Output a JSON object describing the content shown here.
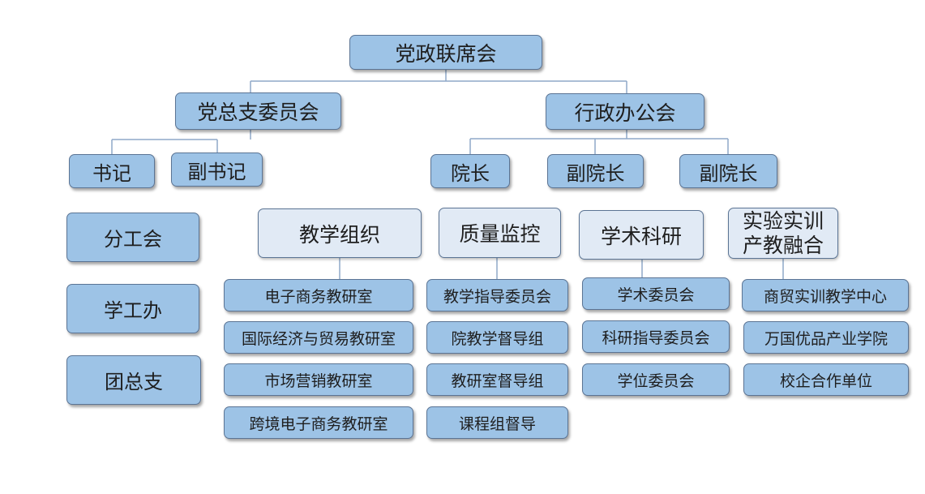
{
  "top": {
    "label": "党政联席会"
  },
  "party": {
    "label": "党总支委员会",
    "secretary": "书记",
    "deputy_secretary": "副书记"
  },
  "admin": {
    "label": "行政办公会",
    "dean": "院长",
    "vice_dean_1": "副院长",
    "vice_dean_2": "副院长"
  },
  "left_units": [
    "分工会",
    "学工办",
    "团总支"
  ],
  "departments": [
    {
      "label": "教学组织",
      "items": [
        "电子商务教研室",
        "国际经济与贸易教研室",
        "市场营销教研室",
        "跨境电子商务教研室"
      ]
    },
    {
      "label": "质量监控",
      "items": [
        "教学指导委员会",
        "院教学督导组",
        "教研室督导组",
        "课程组督导"
      ]
    },
    {
      "label": "学术科研",
      "items": [
        "学术委员会",
        "科研指导委员会",
        "学位委员会"
      ]
    },
    {
      "label": "实验实训产教融合",
      "line1": "实验实训",
      "line2": "产教融合",
      "items": [
        "商贸实训教学中心",
        "万国优品产业学院",
        "校企合作单位"
      ]
    }
  ],
  "colors": {
    "box_fill": "#9dc3e6",
    "box_fill_light": "#e1eaf5",
    "box_border": "#5b7494",
    "connector": "#8fa9c9"
  }
}
